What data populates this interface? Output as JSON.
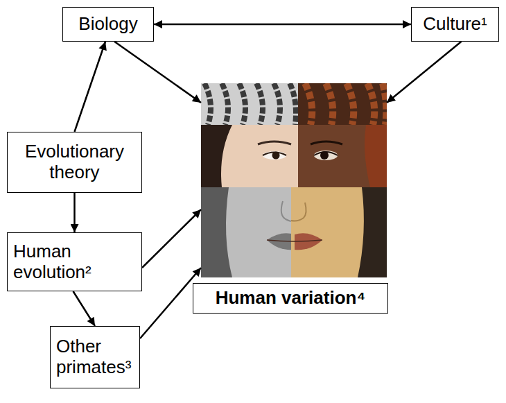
{
  "diagram": {
    "nodes": [
      {
        "text": [
          "Biology"
        ]
      },
      {
        "text": [
          "Culture¹"
        ]
      },
      {
        "text": [
          "Evolutionary theory"
        ]
      },
      {
        "text": [
          "Human evolution²"
        ]
      },
      {
        "text": [
          "Human variation⁴"
        ]
      },
      {
        "text": [
          "Other primates³"
        ]
      }
    ],
    "edges": [
      {
        "from": 0,
        "to": 1,
        "arrow": "both"
      },
      {
        "from": 0,
        "to": 4,
        "arrow": "to"
      },
      {
        "from": 1,
        "to": 4,
        "arrow": "to"
      },
      {
        "from": 2,
        "to": 0,
        "arrow": "to"
      },
      {
        "from": 2,
        "to": 3,
        "arrow": "to"
      },
      {
        "from": 3,
        "to": 4,
        "arrow": "to"
      },
      {
        "from": 3,
        "to": 5,
        "arrow": "to"
      },
      {
        "from": 5,
        "to": 4,
        "arrow": "to"
      }
    ]
  }
}
